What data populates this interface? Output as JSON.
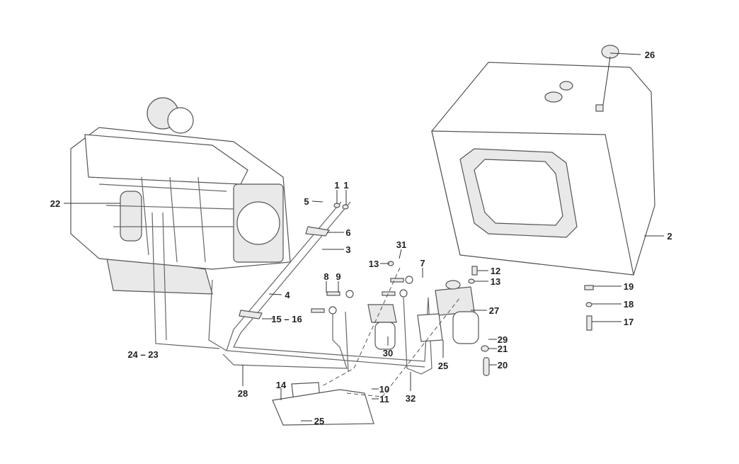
{
  "diagram": {
    "title": "Fuel system exploded parts diagram",
    "callouts": [
      "26",
      "1",
      "1",
      "5",
      "22",
      "6",
      "3",
      "2",
      "31",
      "13",
      "7",
      "12",
      "13",
      "8",
      "9",
      "19",
      "4",
      "27",
      "18",
      "15 – 16",
      "17",
      "29",
      "30",
      "21",
      "24 – 23",
      "25",
      "20",
      "28",
      "14",
      "10",
      "32",
      "11",
      "25"
    ]
  }
}
